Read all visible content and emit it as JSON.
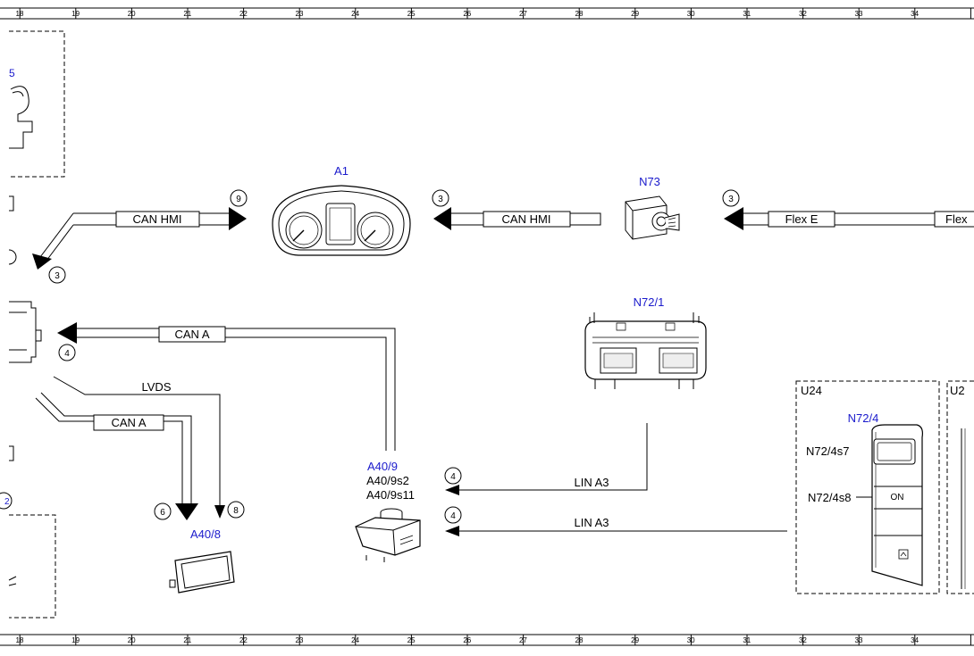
{
  "ruler": {
    "top_numbers": [
      "18",
      "19",
      "20",
      "21",
      "22",
      "23",
      "24",
      "25",
      "26",
      "27",
      "28",
      "29",
      "30",
      "31",
      "32",
      "33",
      "34"
    ],
    "bottom_numbers": [
      "18",
      "19",
      "20",
      "21",
      "22",
      "23",
      "24",
      "25",
      "26",
      "27",
      "28",
      "29",
      "30",
      "31",
      "32",
      "33",
      "34"
    ]
  },
  "components": {
    "a1": "A1",
    "n73": "N73",
    "n72_1": "N72/1",
    "a40_9": "A40/9",
    "a40_9s2": "A40/9s2",
    "a40_9s11": "A40/9s11",
    "a40_8": "A40/8",
    "u24": "U24",
    "u2_partial": "U2",
    "n72_4": "N72/4",
    "n72_4s7": "N72/4s7",
    "n72_4s8": "N72/4s8",
    "left_partial_5": "5",
    "left_partial_2": "2"
  },
  "buses": {
    "can_hmi_left": "CAN HMI",
    "can_hmi_right": "CAN HMI",
    "flex_e": "Flex E",
    "flex_partial": "Flex",
    "can_a_top": "CAN A",
    "can_a_lower": "CAN A",
    "lvds": "LVDS",
    "lin_a3_upper": "LIN A3",
    "lin_a3_lower": "LIN A3"
  },
  "connectors": {
    "c9": "9",
    "c3_a1": "3",
    "c3_flex": "3",
    "c3_left": "3",
    "c4_left": "4",
    "c6": "6",
    "c8": "8",
    "c4_upper": "4",
    "c4_lower": "4"
  },
  "switch_text": {
    "on": "ON"
  },
  "colors": {
    "component_label": "#1a1acc",
    "line": "#000000"
  }
}
